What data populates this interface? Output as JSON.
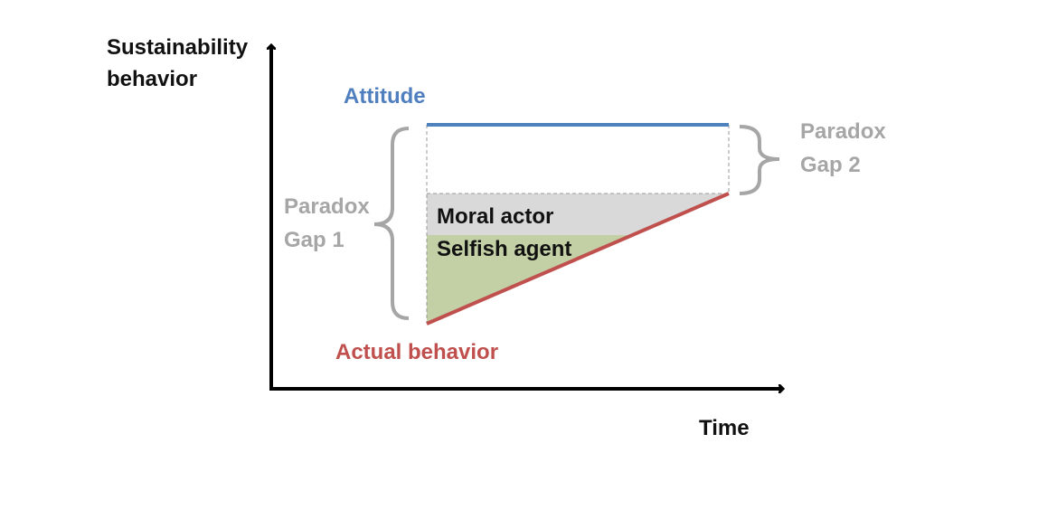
{
  "axes": {
    "y_label_line1": "Sustainability",
    "y_label_line2": "behavior",
    "x_label": "Time"
  },
  "labels": {
    "attitude": "Attitude",
    "actual_behavior": "Actual behavior",
    "moral_actor": "Moral actor",
    "selfish_agent": "Selfish agent",
    "paradox_gap_1_line1": "Paradox",
    "paradox_gap_1_line2": "Gap 1",
    "paradox_gap_2_line1": "Paradox",
    "paradox_gap_2_line2": "Gap 2"
  },
  "colors": {
    "attitude_line": "#4f81bd",
    "actual_behavior_line": "#c0504d",
    "attitude_label": "#4f7fbf",
    "actual_behavior_label": "#c0504d",
    "moral_actor_fill": "#d9d9d9",
    "selfish_agent_fill": "#c3d0a6",
    "bracket": "#a6a6a6",
    "axis": "#000000"
  }
}
